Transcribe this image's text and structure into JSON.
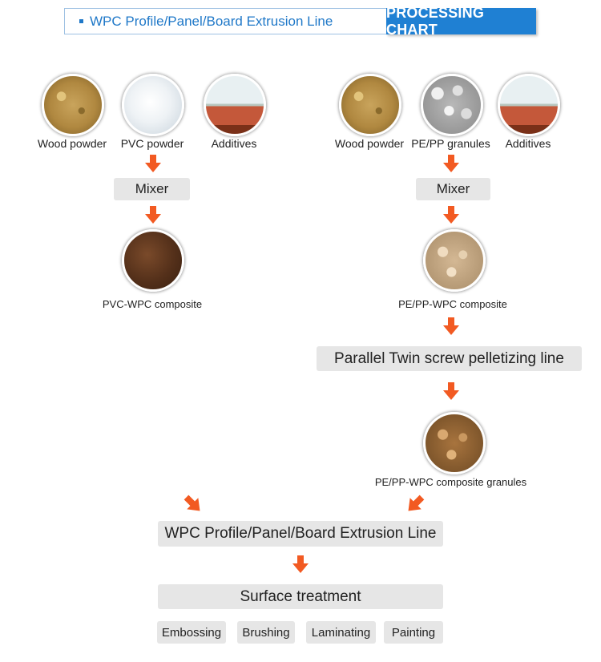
{
  "header": {
    "title": "WPC Profile/Panel/Board Extrusion Line",
    "tag": "PROCESSING CHART"
  },
  "left_branch": {
    "materials": [
      {
        "label": "Wood powder",
        "icon": "wood-powder-image"
      },
      {
        "label": "PVC powder",
        "icon": "pvc-powder-image"
      },
      {
        "label": "Additives",
        "icon": "additives-image"
      }
    ],
    "mixer": "Mixer",
    "composite": "PVC-WPC composite"
  },
  "right_branch": {
    "materials": [
      {
        "label": "Wood powder",
        "icon": "wood-powder-image"
      },
      {
        "label": "PE/PP granules",
        "icon": "pe-pp-granules-image"
      },
      {
        "label": "Additives",
        "icon": "additives-image"
      }
    ],
    "mixer": "Mixer",
    "composite": "PE/PP-WPC composite",
    "pelletizing": "Parallel Twin  screw pelletizing line",
    "granules": "PE/PP-WPC composite granules"
  },
  "extrusion": "WPC Profile/Panel/Board Extrusion Line",
  "surface": "Surface treatment",
  "treatments": [
    "Embossing",
    "Brushing",
    "Laminating",
    "Painting"
  ],
  "colors": {
    "accent_blue": "#1f80d3",
    "arrow_orange": "#f25a22",
    "box_gray": "#e6e6e6"
  }
}
